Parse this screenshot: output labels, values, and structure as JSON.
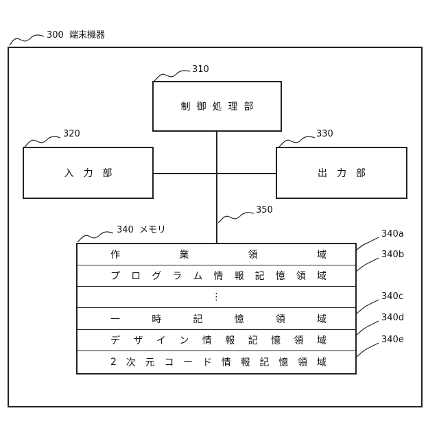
{
  "device": {
    "ref": "300",
    "label": "端末機器"
  },
  "control": {
    "ref": "310",
    "label": "制御処理部"
  },
  "input": {
    "ref": "320",
    "label": "入力部"
  },
  "output": {
    "ref": "330",
    "label": "出力部"
  },
  "bus": {
    "ref": "350"
  },
  "memory": {
    "ref": "340",
    "label": "メモリ",
    "rows": [
      {
        "ref": "340a",
        "label": "作業領域"
      },
      {
        "ref": "340b",
        "label": "プログラム情報記憶領域"
      },
      {
        "ref": "",
        "label": "⋮"
      },
      {
        "ref": "340c",
        "label": "一時記憶領域"
      },
      {
        "ref": "340d",
        "label": "デザイン情報記憶領域"
      },
      {
        "ref": "340e",
        "label": "2次元コード情報記憶領域"
      }
    ]
  }
}
